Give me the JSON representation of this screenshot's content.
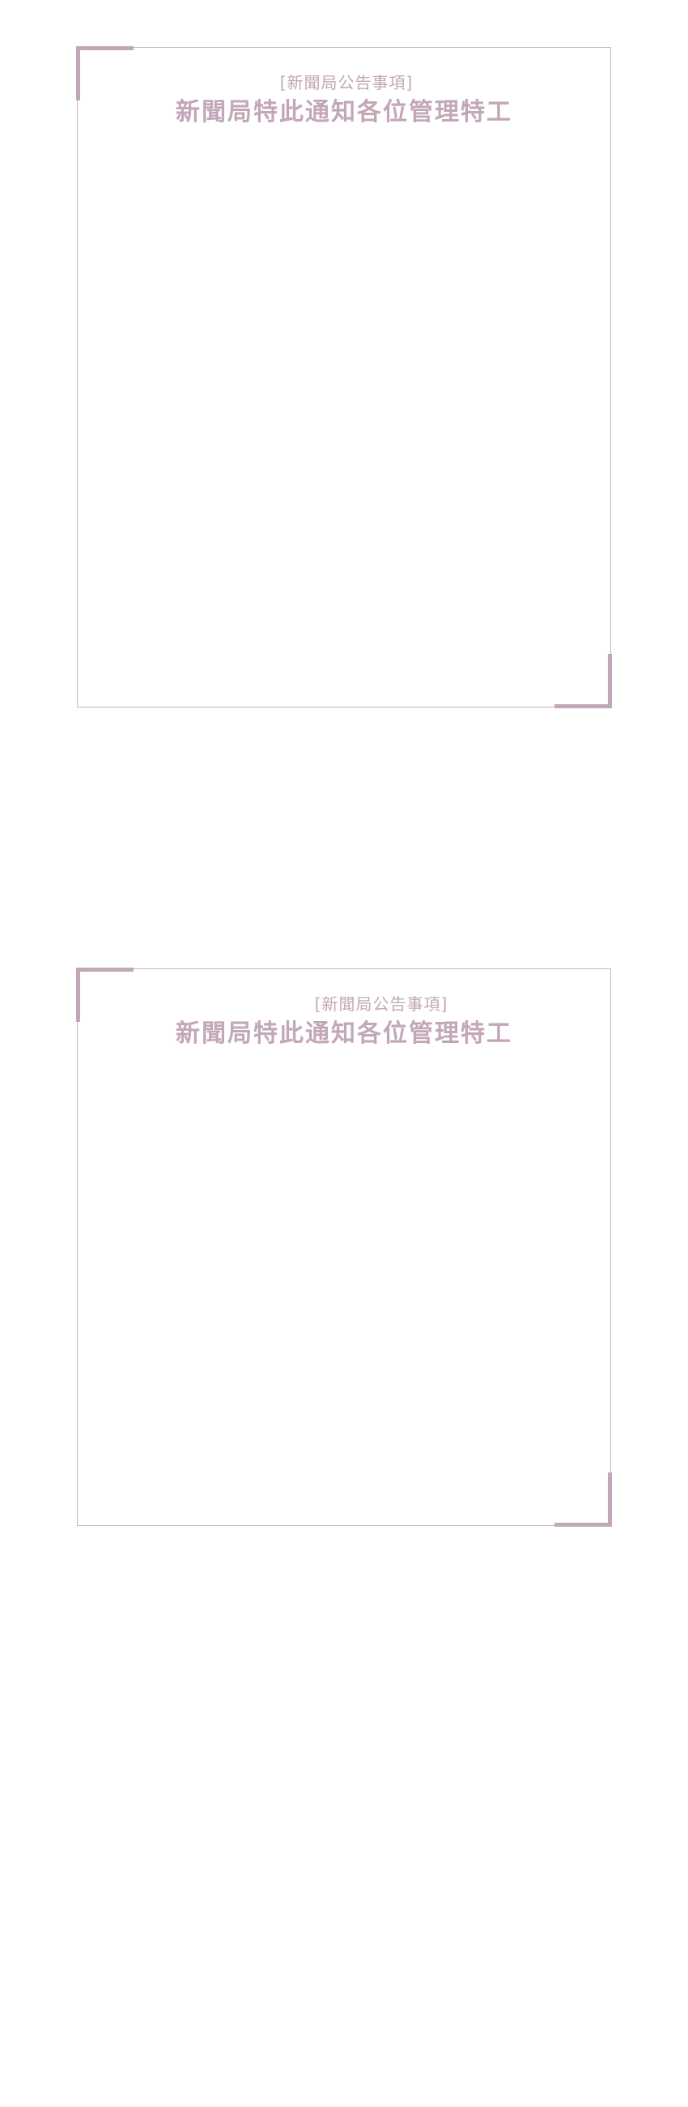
{
  "notices": [
    {
      "tag": "[新聞局公告事項]",
      "title": "新聞局特此通知各位管理特工"
    },
    {
      "tag": "[新聞局公告事項]",
      "title": "新聞局特此通知各位管理特工"
    }
  ],
  "colors": {
    "accent": "#c2a7b8",
    "border": "#c8b8c3",
    "background": "#ffffff"
  }
}
